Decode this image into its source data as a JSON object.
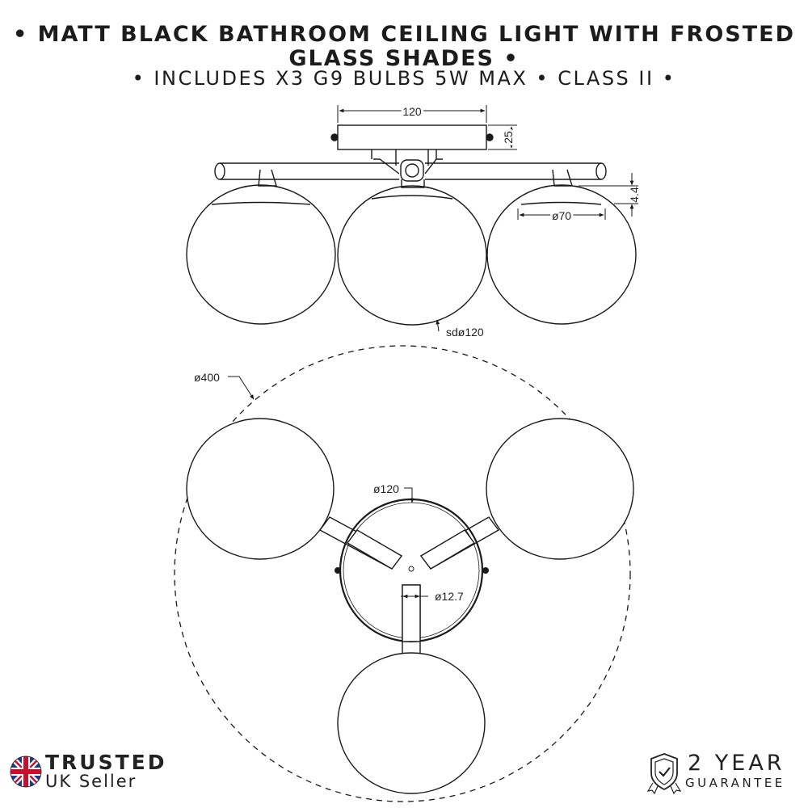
{
  "header": {
    "line1": "• MATT BLACK BATHROOM CEILING LIGHT WITH FROSTED",
    "line2": "GLASS SHADES •",
    "line3": "• INCLUDES X3 G9 BULBS 5W MAX • CLASS II •"
  },
  "dimensions": {
    "canopy_width": "120",
    "canopy_height": "25",
    "arm_offset": "4.4",
    "shade_inner": "ø70",
    "shade_diameter": "sdø120",
    "overall_diameter": "ø400",
    "plate_diameter": "ø120",
    "arm_diameter": "ø12.7"
  },
  "badges": {
    "trusted_title": "TRUSTED",
    "trusted_sub": "UK Seller",
    "guarantee_title": "2 YEAR",
    "guarantee_sub": "GUARANTEE"
  },
  "colors": {
    "line": "#1a1a1a",
    "flag_blue": "#1f3a8a",
    "flag_red": "#c8102e"
  },
  "icons": {
    "uk_flag": "uk-flag-icon",
    "shield": "shield-check-icon"
  }
}
